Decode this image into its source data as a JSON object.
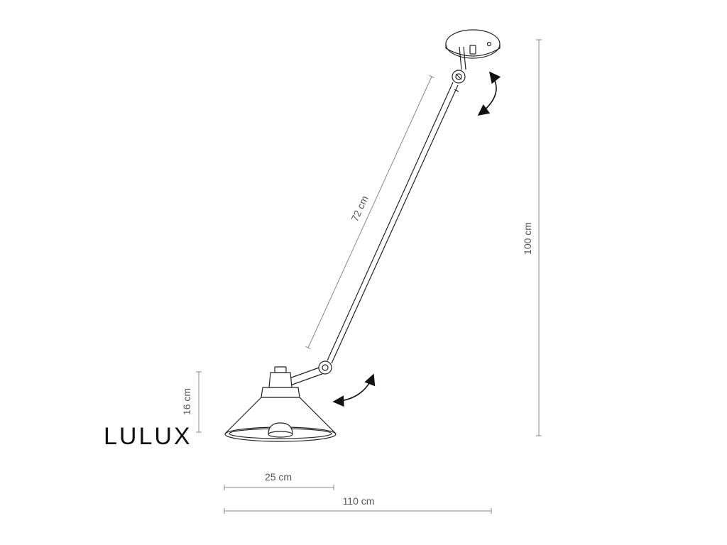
{
  "brand": {
    "name": "LULUX"
  },
  "dimensions": {
    "arm_length": "72 cm",
    "total_height": "100 cm",
    "shade_height": "16 cm",
    "shade_width": "25 cm",
    "total_reach": "110 cm"
  },
  "colors": {
    "line": "#222222",
    "dimension": "#888888",
    "text": "#555555",
    "brand": "#111111"
  }
}
